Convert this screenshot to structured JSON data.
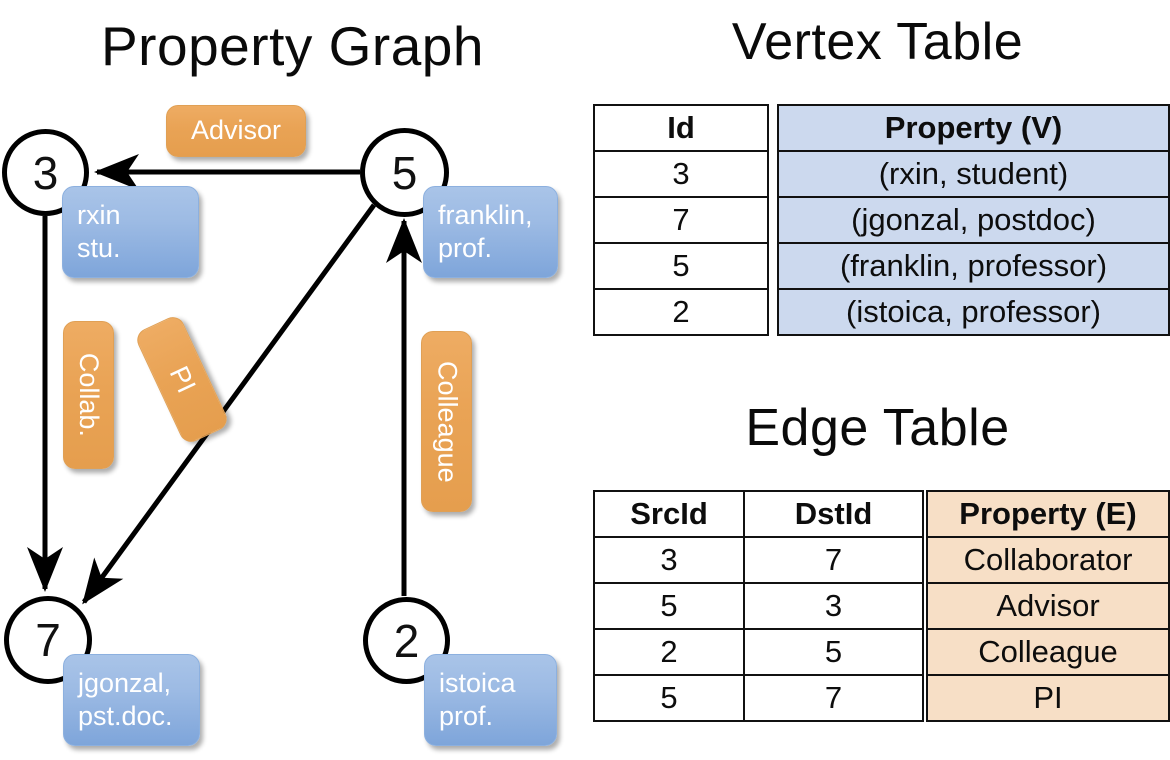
{
  "titles": {
    "property_graph": "Property Graph",
    "vertex_table": "Vertex Table",
    "edge_table": "Edge Table"
  },
  "graph": {
    "nodes": [
      {
        "id": "3",
        "label": "rxin\nstu."
      },
      {
        "id": "5",
        "label": "franklin,\nprof."
      },
      {
        "id": "7",
        "label": "jgonzal,\npst.doc."
      },
      {
        "id": "2",
        "label": "istoica\nprof."
      }
    ],
    "node_ids": {
      "n3": "3",
      "n5": "5",
      "n7": "7",
      "n2": "2"
    },
    "vertex_labels": {
      "rxin_line1": "rxin",
      "rxin_line2": "stu.",
      "franklin_line1": "franklin,",
      "franklin_line2": "prof.",
      "jgonzal_line1": "jgonzal,",
      "jgonzal_line2": "pst.doc.",
      "istoica_line1": "istoica",
      "istoica_line2": "prof."
    },
    "edge_labels": {
      "advisor": "Advisor",
      "collab": "Collab.",
      "pi": "PI",
      "colleague": "Colleague"
    },
    "edges": [
      {
        "from": "5",
        "to": "3",
        "label": "Advisor"
      },
      {
        "from": "3",
        "to": "7",
        "label": "Collab."
      },
      {
        "from": "5",
        "to": "7",
        "label": "PI"
      },
      {
        "from": "2",
        "to": "5",
        "label": "Colleague"
      }
    ]
  },
  "vertex_table": {
    "headers": [
      "Id",
      "Property (V)"
    ],
    "rows": [
      {
        "id": "3",
        "property": "(rxin, student)"
      },
      {
        "id": "7",
        "property": "(jgonzal, postdoc)"
      },
      {
        "id": "5",
        "property": "(franklin, professor)"
      },
      {
        "id": "2",
        "property": "(istoica, professor)"
      }
    ]
  },
  "edge_table": {
    "headers": [
      "SrcId",
      "DstId",
      "Property (E)"
    ],
    "rows": [
      {
        "src": "3",
        "dst": "7",
        "property": "Collaborator"
      },
      {
        "src": "5",
        "dst": "3",
        "property": "Advisor"
      },
      {
        "src": "2",
        "dst": "5",
        "property": "Colleague"
      },
      {
        "src": "5",
        "dst": "7",
        "property": "PI"
      }
    ]
  },
  "colors": {
    "vertex_box": "#9dbbe4",
    "edge_box": "#e9a355",
    "vertex_table_cell": "#ccd9ee",
    "edge_table_cell": "#f7dfc6",
    "stroke": "#000000",
    "background": "#ffffff"
  }
}
